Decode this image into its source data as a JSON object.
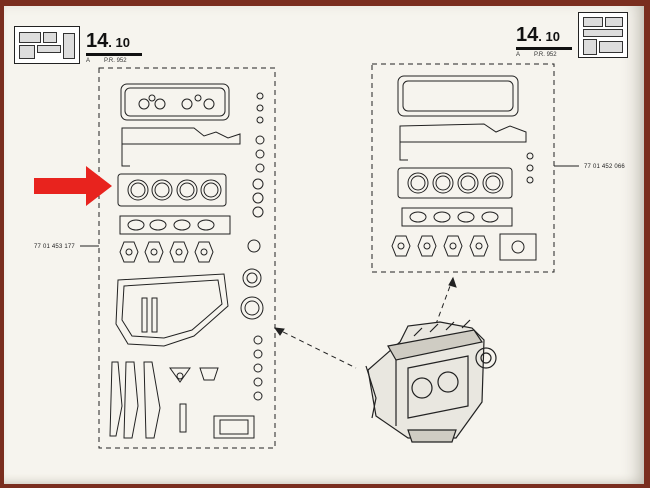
{
  "header_left": {
    "section": "14",
    "subsection": ". 10",
    "letter": "A",
    "ref": "P.R. 952"
  },
  "header_right": {
    "section": "14",
    "subsection": ". 10",
    "letter": "A",
    "ref": "P.R. 952"
  },
  "part_numbers": {
    "left_kit": "77 01 453 177",
    "right_kit": "77 01 452 066"
  },
  "colors": {
    "arrow": "#e8231e",
    "ink": "#222222",
    "paper": "#f6f4ee"
  },
  "icons": [
    "thumbnail-gasket-kit-icon",
    "red-arrow-icon",
    "engine-block-icon"
  ]
}
